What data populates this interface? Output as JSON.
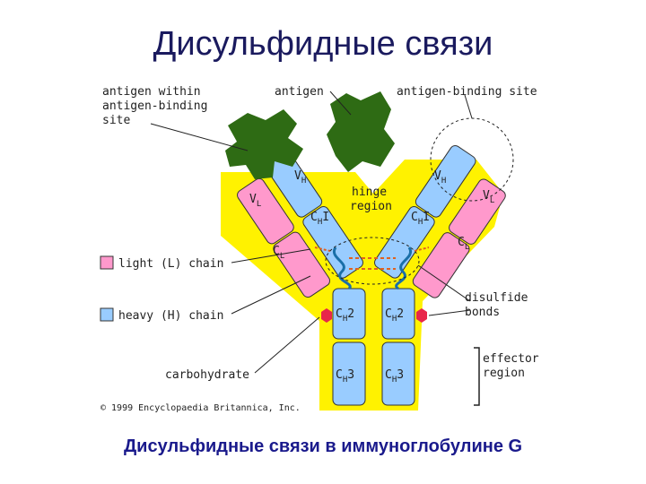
{
  "slide": {
    "title": "Дисульфидные связи",
    "caption": "Дисульфидные связи в иммуноглобулине G"
  },
  "figure": {
    "labels": {
      "antigen_within_1": "antigen within",
      "antigen_within_2": "antigen-binding",
      "antigen_within_3": "site",
      "antigen": "antigen",
      "antigen_binding_site": "antigen-binding site",
      "hinge_1": "hinge",
      "hinge_2": "region",
      "light_chain": "light (L) chain",
      "heavy_chain": "heavy (H) chain",
      "disulfide_1": "disulfide",
      "disulfide_2": "bonds",
      "effector_1": "effector",
      "effector_2": "region",
      "carbohydrate": "carbohydrate",
      "copyright": "© 1999 Encyclopaedia Britannica, Inc."
    },
    "domains": {
      "c": "C",
      "v": "V",
      "h": "H",
      "l": "L",
      "one": "I",
      "two": "2",
      "three": "3"
    },
    "colors": {
      "background": "#fff200",
      "heavy_chain": "#99ccff",
      "light_chain": "#ff99cc",
      "antigen": "#2e6b14",
      "carbohydrate": "#e8264a",
      "disulfide": "#e06020"
    },
    "legend": [
      {
        "icon": "light-chain-swatch",
        "label": "light (L) chain"
      },
      {
        "icon": "heavy-chain-swatch",
        "label": "heavy (H) chain"
      }
    ]
  }
}
